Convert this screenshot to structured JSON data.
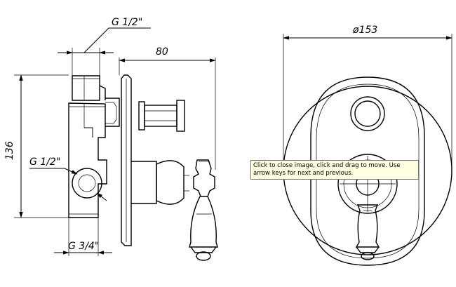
{
  "dimensions": {
    "top_thread": "G 1/2\"",
    "depth": "80",
    "height": "136",
    "side_thread": "G 1/2\"",
    "bottom_thread": "G 3/4\"",
    "diameter": "ø153"
  },
  "tooltip": {
    "text": "Click to close image, click and drag to move. Use arrow keys for next and previous."
  }
}
